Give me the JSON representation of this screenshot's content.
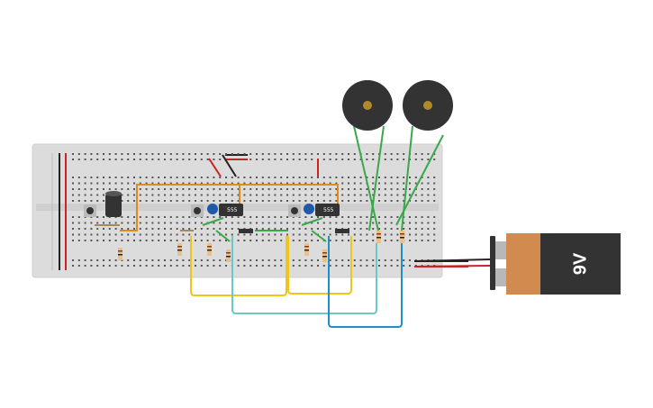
{
  "circuit": {
    "components": {
      "timer_1": {
        "label": "555",
        "icon": "ic-555-icon"
      },
      "timer_2": {
        "label": "555",
        "icon": "ic-555-icon"
      },
      "battery": {
        "label": "9V",
        "icon": "battery-9v-icon"
      },
      "buzzer_1": {
        "icon": "piezo-buzzer-icon"
      },
      "buzzer_2": {
        "icon": "piezo-buzzer-icon"
      },
      "capacitor": {
        "icon": "electrolytic-capacitor-icon"
      },
      "button_1": {
        "icon": "pushbutton-icon"
      },
      "button_2": {
        "icon": "pushbutton-icon"
      },
      "button_3": {
        "icon": "pushbutton-icon"
      }
    },
    "colors": {
      "breadboard": "#dcdcdc",
      "rail_red": "#cc2222",
      "rail_black": "#222222",
      "wire_orange": "#e08a1a",
      "wire_yellow": "#f0c51a",
      "wire_green": "#3aa84a",
      "wire_teal": "#6cc7c7",
      "wire_blue": "#1f8fc4",
      "battery_body": "#333333",
      "battery_band": "#d28b4e",
      "buzzer": "#333333",
      "buzzer_center": "#b08a2a"
    }
  }
}
